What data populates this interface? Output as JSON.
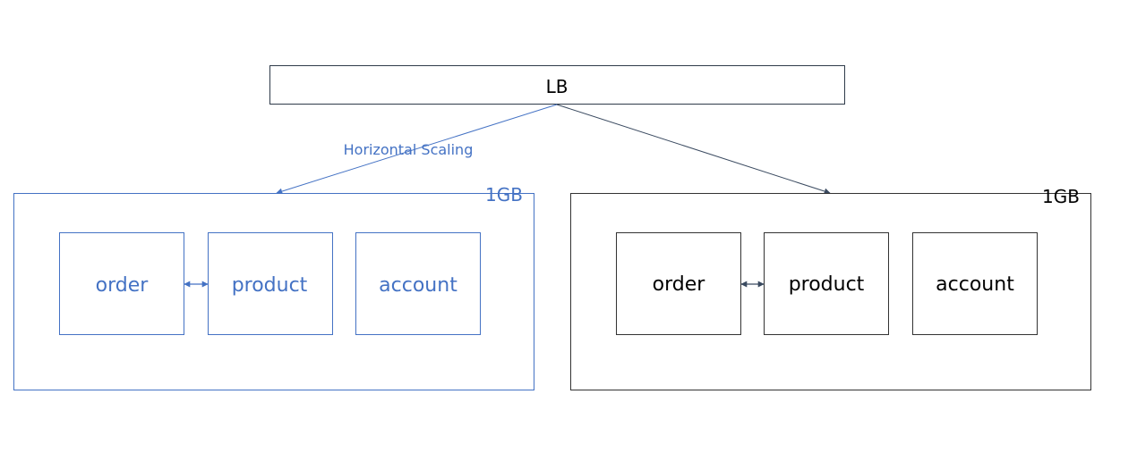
{
  "load_balancer": {
    "label": "LB"
  },
  "edge_label": "Horizontal Scaling",
  "servers": [
    {
      "memory_label": "1GB",
      "color": "#4472C4",
      "services": [
        {
          "label": "order"
        },
        {
          "label": "product"
        },
        {
          "label": "account"
        }
      ]
    },
    {
      "memory_label": "1GB",
      "color": "#000000",
      "services": [
        {
          "label": "order"
        },
        {
          "label": "product"
        },
        {
          "label": "account"
        }
      ]
    }
  ],
  "colors": {
    "accent": "#4472C4",
    "lb_border": "#2F3B4A",
    "arrow_dark": "#3A4A60",
    "box_border_dark": "#333333"
  }
}
